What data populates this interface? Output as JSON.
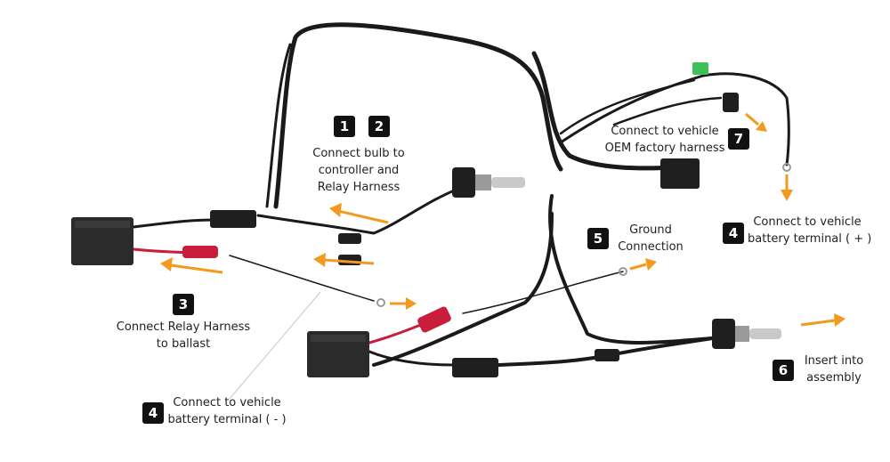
{
  "colors": {
    "wire": "#1a1a1a",
    "arrow": "#f39a1e",
    "connector_red": "#c81e3c",
    "ballast": "#2b2b2b",
    "fuse_green": "#3fbf5a",
    "badge_bg": "#111111"
  },
  "steps": [
    {
      "badge": "1",
      "lines": []
    },
    {
      "badge": "2",
      "lines": [
        "Connect bulb to",
        "controller and",
        "Relay Harness"
      ]
    },
    {
      "badge": "3",
      "lines": [
        "Connect Relay Harness",
        "to ballast"
      ]
    },
    {
      "badge": "4",
      "lines": [
        "Connect to vehicle",
        "battery terminal ( - )"
      ]
    },
    {
      "badge": "4",
      "lines": [
        "Connect to vehicle",
        "battery terminal ( + )"
      ]
    },
    {
      "badge": "5",
      "lines": [
        "Ground",
        "Connection"
      ]
    },
    {
      "badge": "6",
      "lines": [
        "Insert into",
        "assembly"
      ]
    },
    {
      "badge": "7",
      "lines": [
        "Connect to vehicle",
        "OEM factory harness"
      ]
    }
  ]
}
